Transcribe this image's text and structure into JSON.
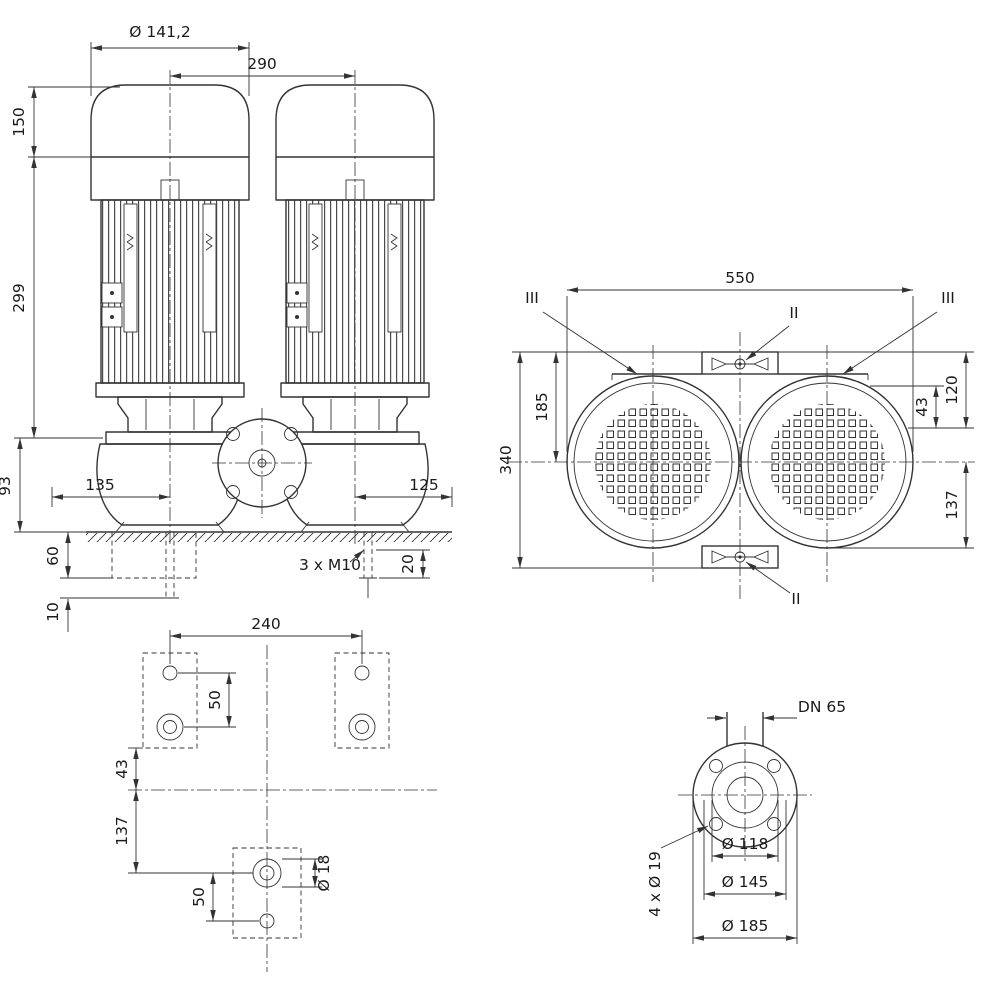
{
  "front_view": {
    "motor_diameter": "Ø 141,2",
    "motor_spacing": "290",
    "cap_height": "150",
    "motor_height": "299",
    "pump_height": "93",
    "offset_left": "135",
    "offset_right": "125",
    "anchor_depth": "60",
    "grout_thickness": "10",
    "bolt_projection": "20",
    "anchor_thread": "3 x M10"
  },
  "top_view": {
    "overall_width": "550",
    "center_offset": "185",
    "overall_depth": "340",
    "flange_offset": "43",
    "top_offset": "120",
    "bottom_offset": "137",
    "section_left": "III",
    "section_right": "III",
    "section_top": "II",
    "section_bottom": "II"
  },
  "foundation_view": {
    "bolt_spacing": "240",
    "pair_spacing_top": "50",
    "center_offset": "43",
    "bottom_offset": "137",
    "pair_spacing_bottom": "50",
    "hole_diameter": "Ø 18"
  },
  "flange_view": {
    "nominal_diameter": "DN 65",
    "bolt_holes": "4 x Ø 19",
    "raised_face_diameter": "Ø 118",
    "bolt_circle_diameter": "Ø 145",
    "outer_diameter": "Ø 185"
  }
}
